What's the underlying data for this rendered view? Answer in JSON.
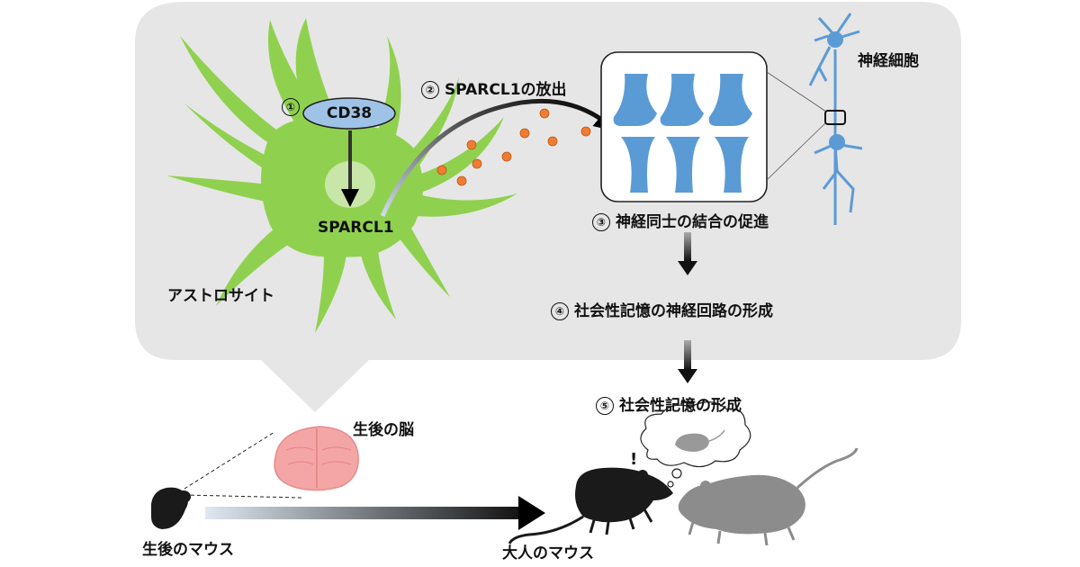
{
  "astrocyte": {
    "label": "アストロサイト",
    "receptor": "CD38",
    "protein": "SPARCL1"
  },
  "neuron_label": "神経細胞",
  "steps": [
    {
      "num": "①",
      "text": ""
    },
    {
      "num": "②",
      "text": "SPARCL1の放出"
    },
    {
      "num": "③",
      "text": "神経同士の結合の促進"
    },
    {
      "num": "④",
      "text": "社会性記憶の神経回路の形成"
    },
    {
      "num": "⑤",
      "text": "社会性記憶の形成"
    }
  ],
  "brain_label": "生後の脳",
  "pup_label": "生後のマウス",
  "adult_label": "大人のマウス",
  "exclamation": "!",
  "colors": {
    "panel": "#e6e6e6",
    "astrocyte": "#8fd14f",
    "nucleus": "#c8e6a8",
    "cd38": "#9ec3e6",
    "neuron": "#5b9bd5",
    "particle": "#ed7d31",
    "brain": "#f4a6a6",
    "mouse_dark": "#1a1a1a",
    "mouse_grey": "#8c8c8c"
  }
}
